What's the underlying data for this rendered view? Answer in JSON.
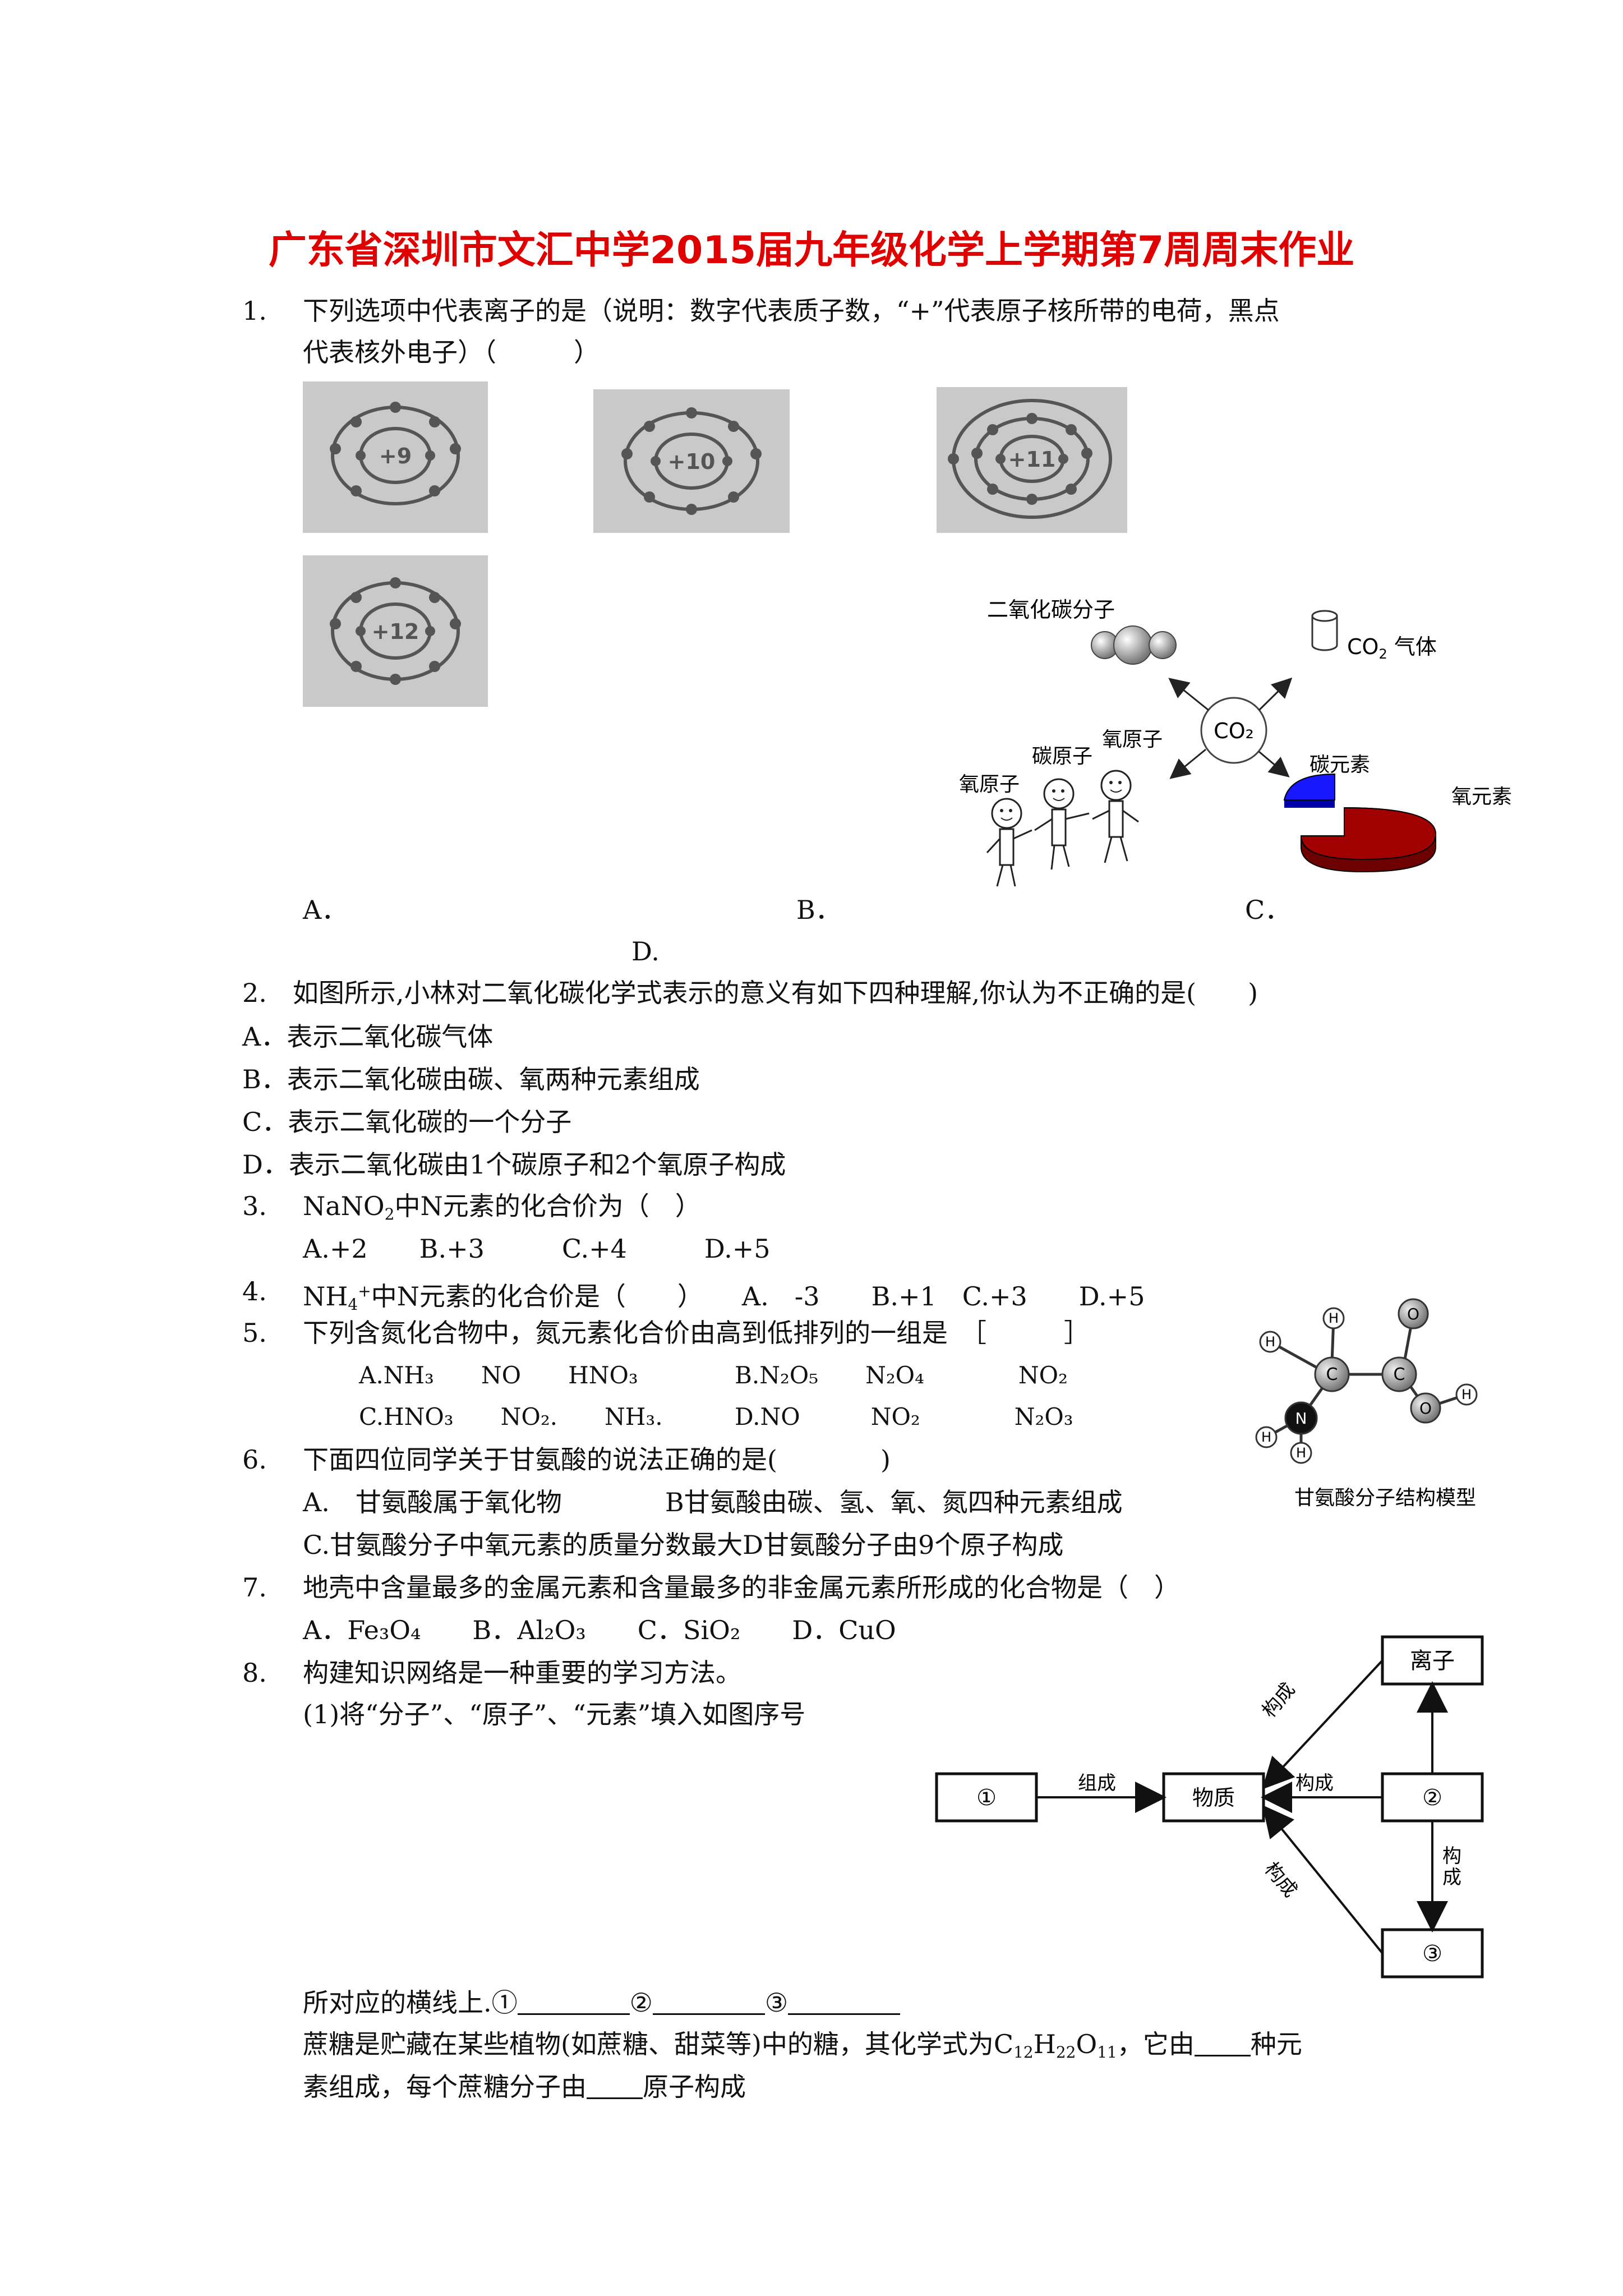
{
  "title": "广东省深圳市文汇中学2015届九年级化学上学期第7周周末作业",
  "q1": {
    "num": "1.",
    "text_l1": "下列选项中代表离子的是（说明：数字代表质子数，“+”代表原子核所带的电荷，黑点",
    "text_l2": "代表核外电子）（　　　）",
    "atoms": [
      "+9",
      "+10",
      "+11",
      "+12"
    ],
    "opt_a": "A．",
    "opt_b": "B．",
    "opt_c": "C．",
    "opt_d": "D."
  },
  "co2_fig": {
    "center": "CO₂",
    "molecule": "二氧化碳分子",
    "gas_pre": "CO",
    "gas_sub": "2",
    "gas_post": " 气体",
    "c_atom": "碳原子",
    "o_atom1": "氧原子",
    "o_atom2": "氧原子",
    "c_elem": "碳元素",
    "o_elem": "氧元素",
    "colors": {
      "c_elem": "#1010ee",
      "o_elem": "#8b0000"
    }
  },
  "q2": {
    "stem": "2.　如图所示,小林对二氧化碳化学式表示的意义有如下四种理解,你认为不正确的是(　　)",
    "a": "A．表示二氧化碳气体",
    "b": "B．表示二氧化碳由碳、氧两种元素组成",
    "c": "C．表示二氧化碳的一个分子",
    "d": "D．表示二氧化碳由1个碳原子和2个氧原子构成"
  },
  "q3": {
    "num": "3.",
    "f_pre": "NaNO",
    "f_sub": "2",
    "rest": "中N元素的化合价为（　）",
    "opts": "A.+2　　B.+3　　　C.+4　　　D.+5"
  },
  "q4": {
    "num": "4.",
    "f_pre": "NH",
    "f_sub": "4",
    "f_sup": "+",
    "rest": "中N元素的化合价是（　　）　　A.　-3　　B.+1　C.+3　　D.+5"
  },
  "q5": {
    "num": "5.",
    "text": "下列含氮化合物中，氮元素化合价由高到低排列的一组是　［　　　］",
    "a": "A.NH₃　　NO　　HNO₃",
    "b": "B.N₂O₅　　N₂O₄　　　　NO₂",
    "c": "C.HNO₃　　NO₂.　　NH₃.",
    "d": "D.NO　　　NO₂　　　　N₂O₃"
  },
  "glycine_fig": {
    "caption": "甘氨酸分子结构模型",
    "h": "H",
    "c": "C",
    "o": "O",
    "n": "N"
  },
  "q6": {
    "num": "6.",
    "text": "下面四位同学关于甘氨酸的说法正确的是(　　　　)",
    "l1": "A.　甘氨酸属于氧化物　　　　B甘氨酸由碳、氢、氧、氮四种元素组成",
    "l2": "C.甘氨酸分子中氧元素的质量分数最大D甘氨酸分子由9个原子构成"
  },
  "q7": {
    "num": "7.",
    "text": "地壳中含量最多的金属元素和含量最多的非金属元素所形成的化合物是（　）",
    "opts": "A．Fe₃O₄　　B．Al₂O₃　　C．SiO₂　　D．CuO"
  },
  "q8": {
    "num": "8.",
    "text": "构建知识网络是一种重要的学习方法。",
    "sub1": "(1)将“分子”、“原子”、“元素”填入如图序号",
    "line_a": "所对应的横线上.①",
    "m2": "②",
    "m3": "③",
    "sugar_l1_pre": "蔗糖是贮藏在某些植物(如蔗糖、甜菜等)中的糖，其化学式为C",
    "s12": "12",
    "h": "H",
    "s22": "22",
    "o": "O",
    "s11": "11",
    "sugar_l1_mid": "，它由",
    "sugar_l1_end": "种元",
    "sugar_l2_pre": "素组成，每个蔗糖分子由",
    "sugar_l2_end": "原子构成"
  },
  "network_fig": {
    "n1": "①",
    "n2": "②",
    "n3": "③",
    "ion": "离子",
    "matter": "物质",
    "compose": "组成",
    "construct1": "构成",
    "construct2": "构成",
    "construct3": "构成",
    "construct4": "构成"
  }
}
